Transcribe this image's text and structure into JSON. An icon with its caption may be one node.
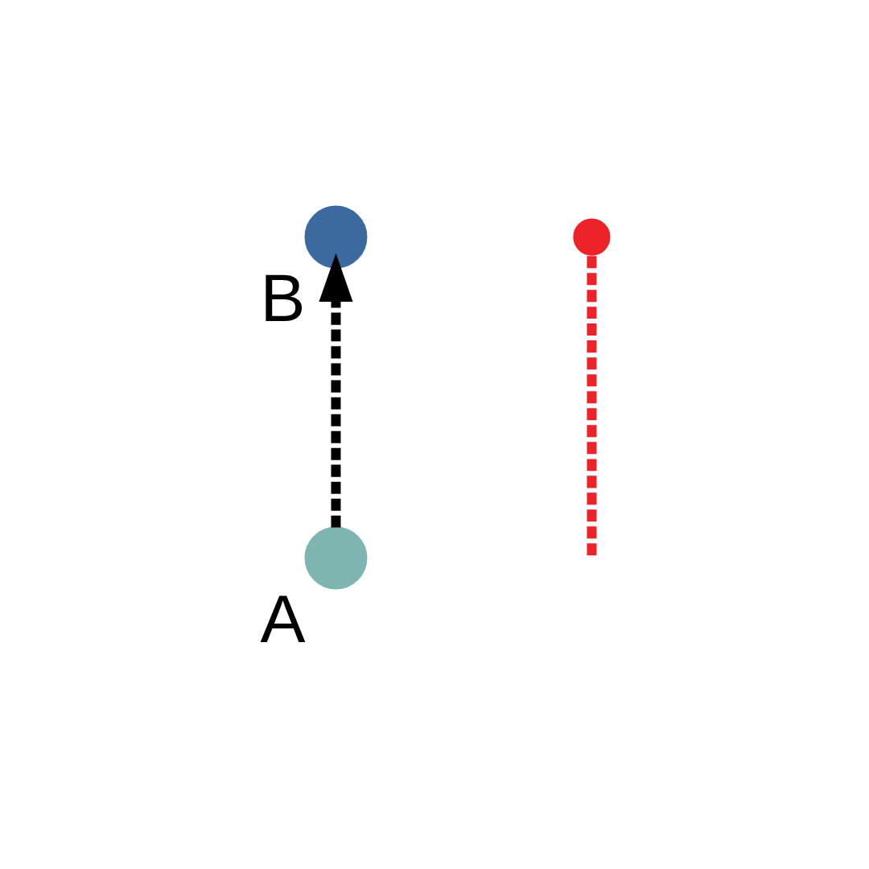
{
  "diagram": {
    "nodes": [
      {
        "text": [],
        "shape": "circle",
        "beside": [
          "A"
        ]
      },
      {
        "text": [],
        "shape": "circle",
        "beside": [
          "B"
        ]
      },
      {
        "text": [],
        "shape": "cross"
      }
    ],
    "edges": [
      {
        "from": 0,
        "to": 1,
        "arrow": "to",
        "style": "dashed"
      },
      {
        "from": null,
        "to": 2,
        "arrow": "none",
        "style": "dashed",
        "color": "#ee2229"
      }
    ]
  }
}
